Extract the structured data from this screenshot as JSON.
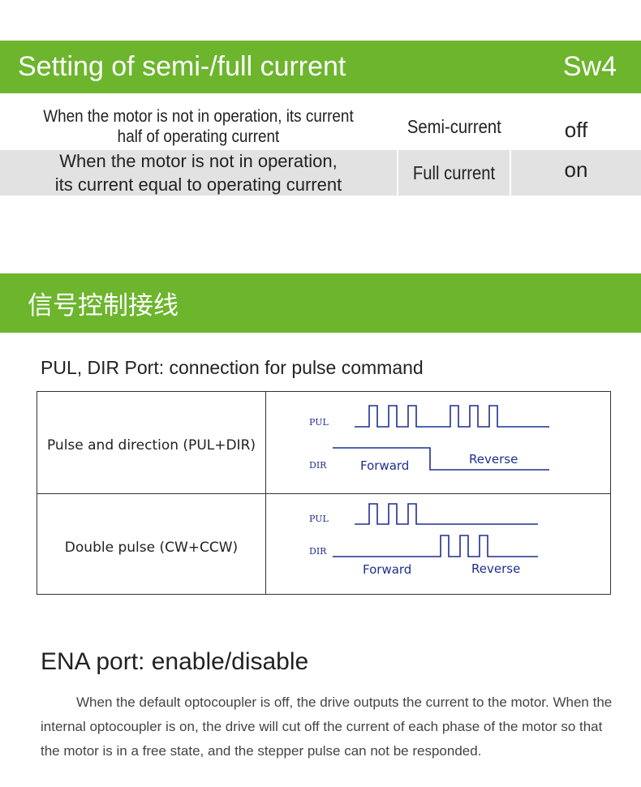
{
  "current_section": {
    "title": "Setting of semi-/full current",
    "switch": "Sw4",
    "rows": [
      {
        "desc_line1": "When the motor is not in operation, its current",
        "desc_line2": "half of operating current",
        "mode": "Semi-current",
        "state": "off"
      },
      {
        "desc_line1": "When the motor is not in operation,",
        "desc_line2": "its current equal to operating current",
        "mode": "Full current",
        "state": "on"
      }
    ]
  },
  "signal_section": {
    "title": "信号控制接线"
  },
  "pulse_port": {
    "heading": "PUL, DIR Port: connection for pulse command",
    "rows": [
      {
        "label": "Pulse and direction (PUL+DIR)",
        "pul_tag": "PUL",
        "dir_tag": "DIR",
        "forward": "Forward",
        "reverse": "Reverse"
      },
      {
        "label": "Double pulse (CW+CCW)",
        "pul_tag": "PUL",
        "dir_tag": "DIR",
        "forward": "Forward",
        "reverse": "Reverse"
      }
    ]
  },
  "ena_port": {
    "heading": "ENA port: enable/disable",
    "text": "When the default optocoupler is off, the drive outputs the current to the motor. When the internal optocoupler is on, the drive will cut off the current of each phase of the motor so that the motor is in a free state, and the stepper pulse can not be responded."
  },
  "colors": {
    "banner": "#6cb52d",
    "waveform": "#1f2f8f",
    "row_shade": "#e2e2e2"
  }
}
